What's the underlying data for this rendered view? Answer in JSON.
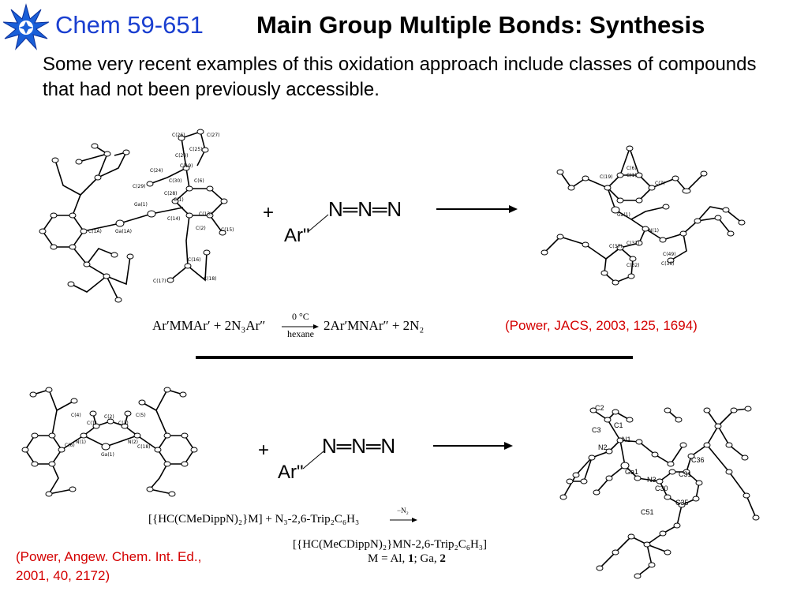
{
  "header": {
    "course": "Chem 59-651",
    "title": "Main Group Multiple Bonds: Synthesis",
    "logo_icon": "starburst-logo-icon",
    "course_color": "#1a3fd0"
  },
  "intro": "Some very recent examples of this oxidation approach include classes of compounds that had not been previously accessible.",
  "reaction1": {
    "plus": "+",
    "azide": "N═N═N",
    "ar": "Ar\"",
    "equation_left": "Ar′MMAr′ + 2N₃Ar″",
    "condition_top": "0 °C",
    "condition_bottom": "hexane",
    "equation_right": "2Ar′MNAr″ + 2N₂",
    "reference": "(Power, JACS, 2003, 125, 1694)",
    "left_structure_labels": [
      "C(26)",
      "C(27)",
      "C(25)",
      "C(20)",
      "C(19)",
      "C(24)",
      "C(30)",
      "C(29)",
      "C(28)",
      "C(6)",
      "Ga(1)",
      "C(1)",
      "C(13)",
      "C(14)",
      "C(2)",
      "C(15)",
      "C(1A)",
      "Ga(1A)",
      "C(16)",
      "C(17)",
      "C(18)"
    ],
    "right_structure_labels": [
      "C(6)",
      "C(1)",
      "C(19)",
      "C(7)",
      "Ga(1)",
      "N(1)",
      "C(31)",
      "C(37)",
      "C(49)",
      "C(32)",
      "C(36)"
    ]
  },
  "reaction2": {
    "plus": "+",
    "azide": "N═N═N",
    "ar": "Ar\"",
    "equation_line1": "[{HC(CMeDippN)₂}M] + N₃-2,6-Trip₂C₆H₃",
    "arrow_label": "−N₂",
    "equation_line2": "[{HC(MeCDippN)₂}MN-2,6-Trip₂C₆H₃]",
    "equation_line3_prefix": "M = Al, ",
    "equation_line3_n1": "1",
    "equation_line3_mid": "; Ga, ",
    "equation_line3_n2": "2",
    "reference_line1": "(Power, Angew. Chem. Int. Ed.,",
    "reference_line2": "2001, 40, 2172)",
    "left_structure_labels": [
      "C(4)",
      "C(2)",
      "C(5)",
      "C(1)",
      "C(3)",
      "C(6)",
      "N(1)",
      "N(2)",
      "C(18)",
      "Ga(1)"
    ],
    "right_structure_labels": [
      "C2",
      "C1",
      "C3",
      "N1",
      "N2",
      "Ga1",
      "N3",
      "C36",
      "C31",
      "C30",
      "C35",
      "C51"
    ]
  },
  "colors": {
    "reference": "#d40000",
    "divider": "#000000"
  }
}
